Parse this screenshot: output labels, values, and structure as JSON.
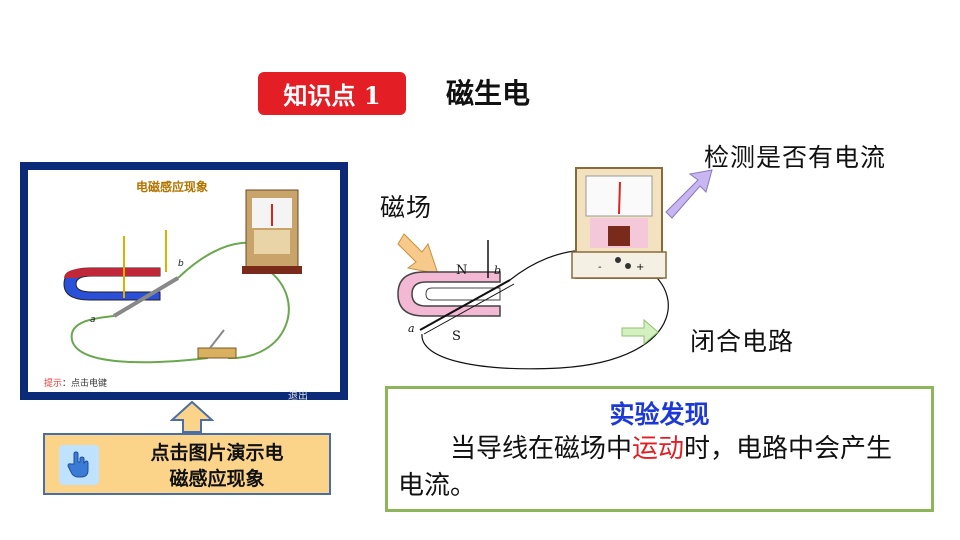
{
  "header": {
    "badge": "知识点 1",
    "title": "磁生电"
  },
  "demo": {
    "title": "电磁感应现象",
    "hint_label": "提示",
    "hint_text": "：点击电键",
    "exit": "退出",
    "label_a": "a",
    "label_b": "b"
  },
  "click_button": {
    "line1": "点击图片演示电",
    "line2": "磁感应现象"
  },
  "diagram": {
    "label_magnetic_field": "磁场",
    "label_detect_current": "检测是否有电流",
    "label_closed_circuit": "闭合电路",
    "pole_n": "N",
    "pole_s": "S",
    "label_a": "a",
    "label_b": "b",
    "minus": "-",
    "plus": "+"
  },
  "result": {
    "heading": "实验发现",
    "text_before": "当导线在磁场中",
    "text_highlight": "运动",
    "text_after": "时，电路中会产生电流。"
  },
  "colors": {
    "badge_bg": "#e31e24",
    "heading_blue": "#1c39d8",
    "border_green": "#8db65a",
    "highlight_red": "#e31e24"
  }
}
